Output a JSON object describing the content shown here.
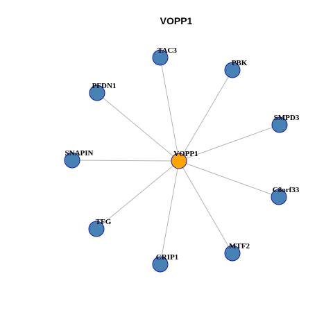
{
  "title": "VOPP1",
  "colors": {
    "hub_fill": "#FFA500",
    "leaf_fill": "#4682B4",
    "node_stroke": "#1A1AB0",
    "edge": "#B3B3B3"
  },
  "network": {
    "hub": {
      "id": "VOPP1",
      "label": "VOPP1"
    },
    "neighbors": [
      {
        "id": "TAC3",
        "label": "TAC3"
      },
      {
        "id": "PBK",
        "label": "PBK"
      },
      {
        "id": "PFDN1",
        "label": "PFDN1"
      },
      {
        "id": "SMPD3",
        "label": "SMPD3"
      },
      {
        "id": "SNAPIN",
        "label": "SNAPIN"
      },
      {
        "id": "C8orf33",
        "label": "C8orf33"
      },
      {
        "id": "TFG",
        "label": "TFG"
      },
      {
        "id": "MTF2",
        "label": "MTF2"
      },
      {
        "id": "CRIP1",
        "label": "CRIP1"
      }
    ]
  }
}
